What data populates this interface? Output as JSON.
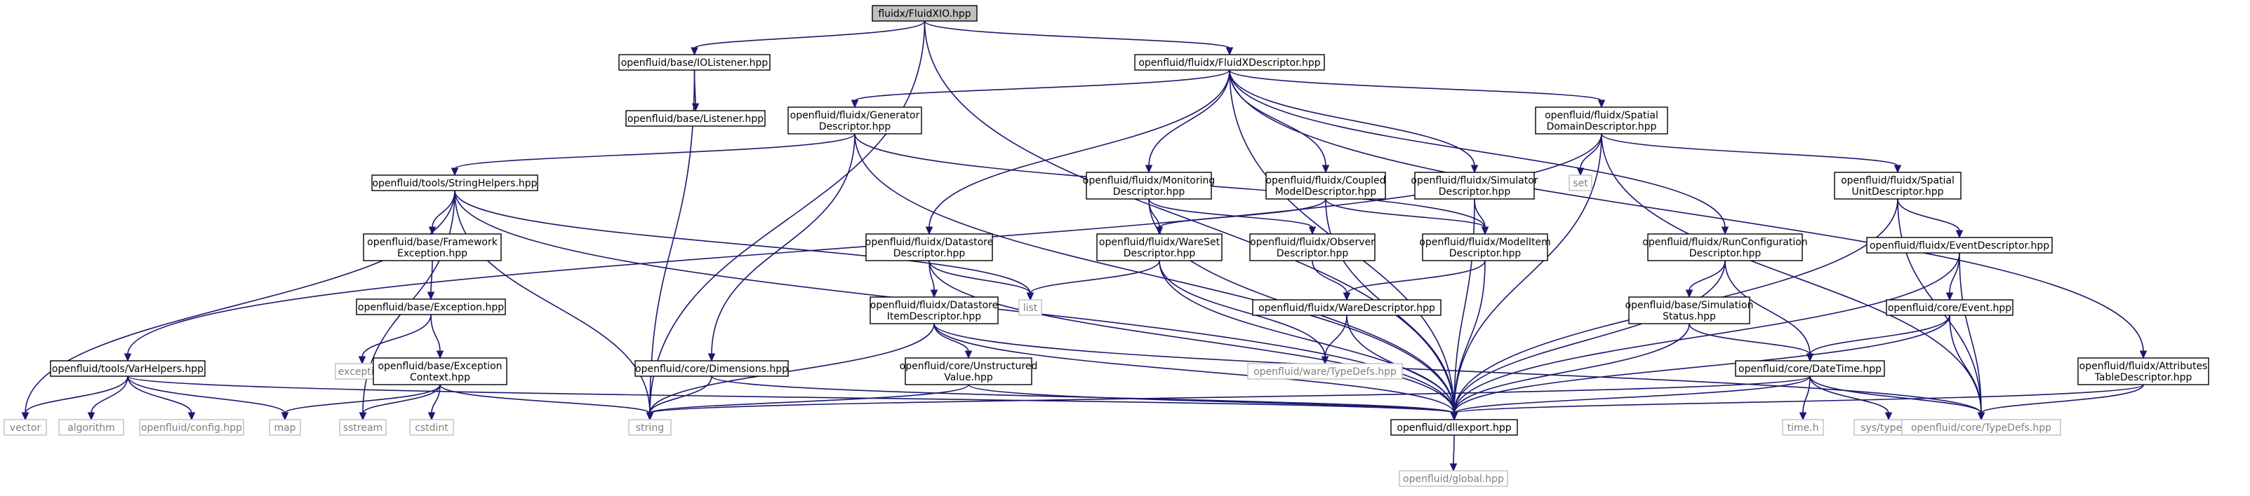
{
  "nodes": [
    {
      "id": "root",
      "lines": [
        "fluidx/FluidXIO.hpp"
      ],
      "kind": "root"
    },
    {
      "id": "iolistener",
      "lines": [
        "openfluid/base/IOListener.hpp"
      ],
      "kind": "normal"
    },
    {
      "id": "fxdesc",
      "lines": [
        "openfluid/fluidx/FluidXDescriptor.hpp"
      ],
      "kind": "normal"
    },
    {
      "id": "listener",
      "lines": [
        "openfluid/base/Listener.hpp"
      ],
      "kind": "normal"
    },
    {
      "id": "gendesc",
      "lines": [
        "openfluid/fluidx/Generator",
        "Descriptor.hpp"
      ],
      "kind": "normal"
    },
    {
      "id": "spatialdomain",
      "lines": [
        "openfluid/fluidx/Spatial",
        "DomainDescriptor.hpp"
      ],
      "kind": "normal"
    },
    {
      "id": "strhelpers",
      "lines": [
        "openfluid/tools/StringHelpers.hpp"
      ],
      "kind": "normal"
    },
    {
      "id": "monitoring",
      "lines": [
        "openfluid/fluidx/Monitoring",
        "Descriptor.hpp"
      ],
      "kind": "normal"
    },
    {
      "id": "coupled",
      "lines": [
        "openfluid/fluidx/Coupled",
        "ModelDescriptor.hpp"
      ],
      "kind": "normal"
    },
    {
      "id": "simdesc",
      "lines": [
        "openfluid/fluidx/Simulator",
        "Descriptor.hpp"
      ],
      "kind": "normal"
    },
    {
      "id": "set",
      "lines": [
        "set"
      ],
      "kind": "external"
    },
    {
      "id": "spatialunit",
      "lines": [
        "openfluid/fluidx/Spatial",
        "UnitDescriptor.hpp"
      ],
      "kind": "normal"
    },
    {
      "id": "fwexc",
      "lines": [
        "openfluid/base/Framework",
        "Exception.hpp"
      ],
      "kind": "normal"
    },
    {
      "id": "datastore",
      "lines": [
        "openfluid/fluidx/Datastore",
        "Descriptor.hpp"
      ],
      "kind": "normal"
    },
    {
      "id": "wareset",
      "lines": [
        "openfluid/fluidx/WareSet",
        "Descriptor.hpp"
      ],
      "kind": "normal"
    },
    {
      "id": "observer",
      "lines": [
        "openfluid/fluidx/Observer",
        "Descriptor.hpp"
      ],
      "kind": "normal"
    },
    {
      "id": "modelitem",
      "lines": [
        "openfluid/fluidx/ModelItem",
        "Descriptor.hpp"
      ],
      "kind": "normal"
    },
    {
      "id": "runconfig",
      "lines": [
        "openfluid/fluidx/RunConfiguration",
        "Descriptor.hpp"
      ],
      "kind": "normal"
    },
    {
      "id": "eventdesc",
      "lines": [
        "openfluid/fluidx/EventDescriptor.hpp"
      ],
      "kind": "normal"
    },
    {
      "id": "exception",
      "lines": [
        "openfluid/base/Exception.hpp"
      ],
      "kind": "normal"
    },
    {
      "id": "list",
      "lines": [
        "list"
      ],
      "kind": "external"
    },
    {
      "id": "dsitem",
      "lines": [
        "openfluid/fluidx/Datastore",
        "ItemDescriptor.hpp"
      ],
      "kind": "normal"
    },
    {
      "id": "waredesc",
      "lines": [
        "openfluid/fluidx/WareDescriptor.hpp"
      ],
      "kind": "normal"
    },
    {
      "id": "simstatus",
      "lines": [
        "openfluid/base/Simulation",
        "Status.hpp"
      ],
      "kind": "normal"
    },
    {
      "id": "event",
      "lines": [
        "openfluid/core/Event.hpp"
      ],
      "kind": "normal"
    },
    {
      "id": "exceptionstd",
      "lines": [
        "exception"
      ],
      "kind": "external"
    },
    {
      "id": "varhelpers",
      "lines": [
        "openfluid/tools/VarHelpers.hpp"
      ],
      "kind": "normal"
    },
    {
      "id": "excctx",
      "lines": [
        "openfluid/base/Exception",
        "Context.hpp"
      ],
      "kind": "normal"
    },
    {
      "id": "dimensions",
      "lines": [
        "openfluid/core/Dimensions.hpp"
      ],
      "kind": "normal"
    },
    {
      "id": "unstructured",
      "lines": [
        "openfluid/core/Unstructured",
        "Value.hpp"
      ],
      "kind": "normal"
    },
    {
      "id": "waretypedefs",
      "lines": [
        "openfluid/ware/TypeDefs.hpp"
      ],
      "kind": "external"
    },
    {
      "id": "datetime",
      "lines": [
        "openfluid/core/DateTime.hpp"
      ],
      "kind": "normal"
    },
    {
      "id": "attributes",
      "lines": [
        "openfluid/fluidx/Attributes",
        "TableDescriptor.hpp"
      ],
      "kind": "normal"
    },
    {
      "id": "vector",
      "lines": [
        "vector"
      ],
      "kind": "external"
    },
    {
      "id": "algorithm",
      "lines": [
        "algorithm"
      ],
      "kind": "external"
    },
    {
      "id": "config",
      "lines": [
        "openfluid/config.hpp"
      ],
      "kind": "external"
    },
    {
      "id": "map",
      "lines": [
        "map"
      ],
      "kind": "external"
    },
    {
      "id": "sstream",
      "lines": [
        "sstream"
      ],
      "kind": "external"
    },
    {
      "id": "cstdint",
      "lines": [
        "cstdint"
      ],
      "kind": "external"
    },
    {
      "id": "string",
      "lines": [
        "string"
      ],
      "kind": "external"
    },
    {
      "id": "dllexport",
      "lines": [
        "openfluid/dllexport.hpp"
      ],
      "kind": "normal"
    },
    {
      "id": "timeh",
      "lines": [
        "time.h"
      ],
      "kind": "external"
    },
    {
      "id": "systypes",
      "lines": [
        "sys/types.h"
      ],
      "kind": "external"
    },
    {
      "id": "coretypedefs",
      "lines": [
        "openfluid/core/TypeDefs.hpp"
      ],
      "kind": "external"
    },
    {
      "id": "global",
      "lines": [
        "openfluid/global.hpp"
      ],
      "kind": "external"
    }
  ],
  "edges": [
    [
      "root",
      "iolistener"
    ],
    [
      "root",
      "fxdesc"
    ],
    [
      "root",
      "string"
    ],
    [
      "root",
      "dllexport"
    ],
    [
      "iolistener",
      "listener"
    ],
    [
      "iolistener",
      "string"
    ],
    [
      "fxdesc",
      "gendesc"
    ],
    [
      "fxdesc",
      "spatialdomain"
    ],
    [
      "fxdesc",
      "monitoring"
    ],
    [
      "fxdesc",
      "coupled"
    ],
    [
      "fxdesc",
      "simdesc"
    ],
    [
      "fxdesc",
      "datastore"
    ],
    [
      "fxdesc",
      "runconfig"
    ],
    [
      "fxdesc",
      "attributes"
    ],
    [
      "fxdesc",
      "dllexport"
    ],
    [
      "gendesc",
      "strhelpers"
    ],
    [
      "gendesc",
      "modelitem"
    ],
    [
      "gendesc",
      "dimensions"
    ],
    [
      "gendesc",
      "dllexport"
    ],
    [
      "spatialdomain",
      "varhelpers"
    ],
    [
      "spatialdomain",
      "set"
    ],
    [
      "spatialdomain",
      "spatialunit"
    ],
    [
      "spatialdomain",
      "dllexport"
    ],
    [
      "spatialdomain",
      "coretypedefs"
    ],
    [
      "strhelpers",
      "fwexc"
    ],
    [
      "strhelpers",
      "list"
    ],
    [
      "strhelpers",
      "vector"
    ],
    [
      "strhelpers",
      "sstream"
    ],
    [
      "strhelpers",
      "string"
    ],
    [
      "strhelpers",
      "dllexport"
    ],
    [
      "monitoring",
      "wareset"
    ],
    [
      "monitoring",
      "observer"
    ],
    [
      "monitoring",
      "dllexport"
    ],
    [
      "coupled",
      "wareset"
    ],
    [
      "coupled",
      "modelitem"
    ],
    [
      "coupled",
      "dllexport"
    ],
    [
      "simdesc",
      "modelitem"
    ],
    [
      "simdesc",
      "dllexport"
    ],
    [
      "spatialunit",
      "eventdesc"
    ],
    [
      "spatialunit",
      "dllexport"
    ],
    [
      "spatialunit",
      "coretypedefs"
    ],
    [
      "fwexc",
      "exception"
    ],
    [
      "datastore",
      "dsitem"
    ],
    [
      "datastore",
      "list"
    ],
    [
      "datastore",
      "dllexport"
    ],
    [
      "wareset",
      "list"
    ],
    [
      "wareset",
      "waretypedefs"
    ],
    [
      "wareset",
      "dllexport"
    ],
    [
      "observer",
      "waredesc"
    ],
    [
      "modelitem",
      "waredesc"
    ],
    [
      "modelitem",
      "dllexport"
    ],
    [
      "runconfig",
      "simstatus"
    ],
    [
      "runconfig",
      "datetime"
    ],
    [
      "runconfig",
      "dllexport"
    ],
    [
      "eventdesc",
      "event"
    ],
    [
      "eventdesc",
      "dllexport"
    ],
    [
      "eventdesc",
      "coretypedefs"
    ],
    [
      "exception",
      "exceptionstd"
    ],
    [
      "exception",
      "excctx"
    ],
    [
      "dsitem",
      "unstructured"
    ],
    [
      "dsitem",
      "string"
    ],
    [
      "dsitem",
      "dllexport"
    ],
    [
      "dsitem",
      "coretypedefs"
    ],
    [
      "waredesc",
      "waretypedefs"
    ],
    [
      "waredesc",
      "dllexport"
    ],
    [
      "simstatus",
      "datetime"
    ],
    [
      "simstatus",
      "dllexport"
    ],
    [
      "event",
      "datetime"
    ],
    [
      "event",
      "dllexport"
    ],
    [
      "event",
      "coretypedefs"
    ],
    [
      "varhelpers",
      "vector"
    ],
    [
      "varhelpers",
      "algorithm"
    ],
    [
      "varhelpers",
      "config"
    ],
    [
      "varhelpers",
      "map"
    ],
    [
      "varhelpers",
      "dllexport"
    ],
    [
      "excctx",
      "map"
    ],
    [
      "excctx",
      "sstream"
    ],
    [
      "excctx",
      "cstdint"
    ],
    [
      "excctx",
      "string"
    ],
    [
      "dimensions",
      "string"
    ],
    [
      "dimensions",
      "dllexport"
    ],
    [
      "unstructured",
      "string"
    ],
    [
      "unstructured",
      "dllexport"
    ],
    [
      "datetime",
      "string"
    ],
    [
      "datetime",
      "timeh"
    ],
    [
      "datetime",
      "systypes"
    ],
    [
      "datetime",
      "dllexport"
    ],
    [
      "datetime",
      "coretypedefs"
    ],
    [
      "attributes",
      "dllexport"
    ],
    [
      "attributes",
      "coretypedefs"
    ],
    [
      "dllexport",
      "global"
    ]
  ]
}
